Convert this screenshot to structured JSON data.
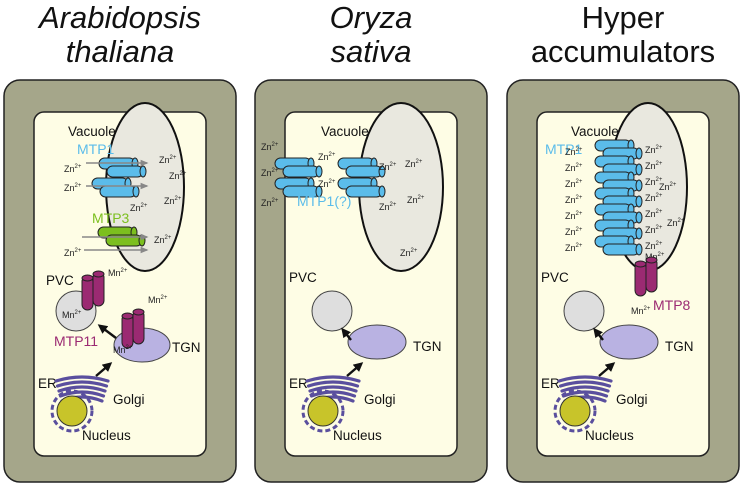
{
  "panels": [
    {
      "title_line1": "Arabidopsis",
      "title_line2": "thaliana",
      "vacuole_label": "Vacuole",
      "mtp1_label": "MTP1",
      "mtp3_label": "MTP3",
      "pvc_label": "PVC",
      "mtp11_label": "MTP11",
      "tgn_label": "TGN",
      "er_label": "ER",
      "golgi_label": "Golgi",
      "nucleus_label": "Nucleus"
    },
    {
      "title_line1": "Oryza",
      "title_line2": "sativa",
      "vacuole_label": "Vacuole",
      "mtp1_label": "MTP1(?)",
      "pvc_label": "PVC",
      "tgn_label": "TGN",
      "er_label": "ER",
      "golgi_label": "Golgi",
      "nucleus_label": "Nucleus"
    },
    {
      "title_line1": "Hyper",
      "title_line2": "accumulators",
      "vacuole_label": "Vacuole",
      "mtp1_label": "MTP1",
      "mtp8_label": "MTP8",
      "pvc_label": "PVC",
      "tgn_label": "TGN",
      "er_label": "ER",
      "golgi_label": "Golgi",
      "nucleus_label": "Nucleus"
    }
  ],
  "ions": {
    "zn_base": "Zn",
    "mn_base": "Mn",
    "charge": "2+"
  },
  "colors": {
    "cell_wall": "#a5a68a",
    "cytoplasm": "#fefde5",
    "vacuole": "#e9e8df",
    "mtp1": "#5bbcea",
    "mtp3": "#7cbf1f",
    "mtp_mn": "#9b2a72",
    "tgn": "#b9b2e2",
    "pvc": "#dedede",
    "golgi": "#5a4f9e",
    "nucleus": "#c8c42a"
  }
}
